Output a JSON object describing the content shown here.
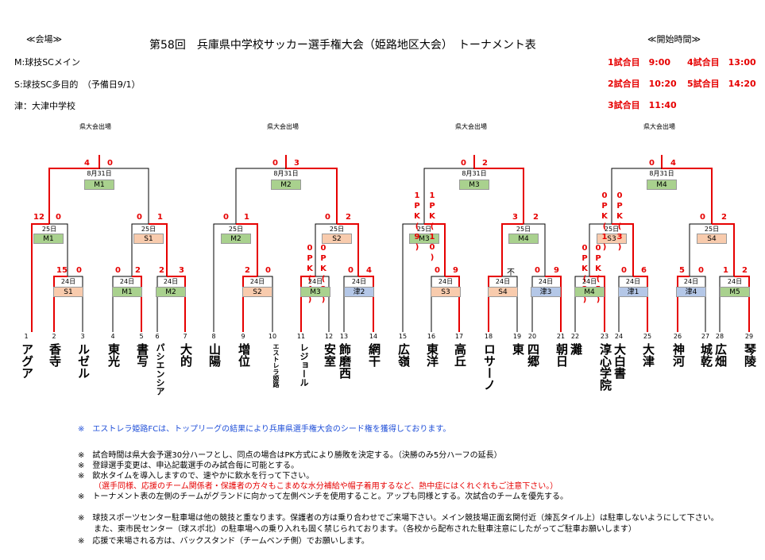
{
  "header": {
    "venue_heading": "≪会場≫",
    "title": "第58回　兵庫県中学校サッカー選手権大会（姫路地区大会）　トーナメント表",
    "start_heading": "≪開始時間≫",
    "venues": [
      "M:球技SCメイン",
      "S:球技SC多目的　（予備日9/1）",
      "津：大津中学校"
    ],
    "times": [
      "1試合目　9:00",
      "4試合目　13:00",
      "2試合目　10:20",
      "5試合目　14:20",
      "3試合目　11:40"
    ]
  },
  "qualifier_label": "県大会出場",
  "finals": [
    {
      "date": "8月31日",
      "venue": "M1",
      "left": "4",
      "right": "0"
    },
    {
      "date": "8月31日",
      "venue": "M2",
      "left": "0",
      "right": "3"
    },
    {
      "date": "8月31日",
      "venue": "M3",
      "left": "0",
      "right": "2"
    },
    {
      "date": "8月31日",
      "venue": "M4",
      "left": "0",
      "right": "4"
    }
  ],
  "semis": [
    {
      "date": "25日",
      "venue": "M1",
      "left": "12",
      "right": "0"
    },
    {
      "date": "25日",
      "venue": "S1",
      "left": "0",
      "right": "1"
    },
    {
      "date": "25日",
      "venue": "M2",
      "left": "0",
      "right": "1"
    },
    {
      "date": "25日",
      "venue": "S2",
      "left": "0",
      "right": "2"
    },
    {
      "date": "25日",
      "venue": "M3",
      "left": "",
      "right": ""
    },
    {
      "date": "25日",
      "venue": "M4",
      "left": "3",
      "right": "2"
    },
    {
      "date": "25日",
      "venue": "S3",
      "left": "",
      "right": ""
    },
    {
      "date": "25日",
      "venue": "S4",
      "left": "0",
      "right": "2"
    }
  ],
  "firsts": [
    {
      "date": "24日",
      "venue": "S1",
      "left": "15",
      "right": "0"
    },
    {
      "date": "24日",
      "venue": "M1",
      "left": "0",
      "right": "2"
    },
    {
      "date": "24日",
      "venue": "M2",
      "left": "2",
      "right": "3"
    },
    {
      "date": "24日",
      "venue": "S2",
      "left": "2",
      "right": "0"
    },
    {
      "date": "24日",
      "venue": "M3",
      "left": "",
      "right": ""
    },
    {
      "date": "24日",
      "venue": "津2",
      "left": "0",
      "right": "4"
    },
    {
      "date": "24日",
      "venue": "S3",
      "left": "0",
      "right": "9"
    },
    {
      "date": "24日",
      "venue": "S4",
      "left": "",
      "right": ""
    },
    {
      "date": "24日",
      "venue": "津3",
      "left": "0",
      "right": "9"
    },
    {
      "date": "24日",
      "venue": "M4",
      "left": "",
      "right": ""
    },
    {
      "date": "24日",
      "venue": "津1",
      "left": "0",
      "right": "6"
    },
    {
      "date": "24日",
      "venue": "津4",
      "left": "5",
      "right": "0"
    },
    {
      "date": "24日",
      "venue": "M5",
      "left": "1",
      "right": "2"
    }
  ],
  "pk_notes": {
    "semi_m3": {
      "left": "1PK(9)",
      "right": "1PK(10)"
    },
    "semi_s3": {
      "left": "0PK(1)",
      "right": "0PK(3)"
    },
    "first_m3": {
      "left": "0PK(4)",
      "right": "0PK(3)"
    },
    "first_m4": {
      "left": "0PK(3)",
      "right": "0PK(5)"
    },
    "fusen": "不"
  },
  "teams": [
    {
      "no": "1",
      "name": "アグア"
    },
    {
      "no": "2",
      "name": "香寺"
    },
    {
      "no": "3",
      "name": "ルゼル"
    },
    {
      "no": "4",
      "name": "東光"
    },
    {
      "no": "5",
      "name": "書写"
    },
    {
      "no": "6",
      "name": "パシエンシア"
    },
    {
      "no": "7",
      "name": "大的"
    },
    {
      "no": "8",
      "name": "山陽"
    },
    {
      "no": "9",
      "name": "増位"
    },
    {
      "no": "10",
      "name": "エストレラ姫路"
    },
    {
      "no": "11",
      "name": "レジョール"
    },
    {
      "no": "12",
      "name": "安室"
    },
    {
      "no": "13",
      "name": "飾磨西"
    },
    {
      "no": "14",
      "name": "網干"
    },
    {
      "no": "15",
      "name": "広嶺"
    },
    {
      "no": "16",
      "name": "東洋"
    },
    {
      "no": "17",
      "name": "高丘"
    },
    {
      "no": "18",
      "name": "ロサーノ"
    },
    {
      "no": "19",
      "name": "東"
    },
    {
      "no": "20",
      "name": "四郷"
    },
    {
      "no": "21",
      "name": "朝日"
    },
    {
      "no": "22",
      "name": "灘"
    },
    {
      "no": "23",
      "name": "淳心学院"
    },
    {
      "no": "24",
      "name": "大白書"
    },
    {
      "no": "25",
      "name": "大津"
    },
    {
      "no": "26",
      "name": "神河"
    },
    {
      "no": "27",
      "name": "城乾"
    },
    {
      "no": "28",
      "name": "広畑"
    },
    {
      "no": "29",
      "name": "琴陵"
    }
  ],
  "notes": [
    "※　エストレラ姫路FCは、トップリーグの結果により兵庫県選手権大会のシード権を獲得しております。",
    "※　試合時間は県大会予選30分ハーフとし、同点の場合はPK方式により勝敗を決定する。（決勝のみ5分ハーフの延長）",
    "※　登録選手変更は、申込記載選手のみ試合毎に可能とする。",
    "※　飲水タイムを導入しますので、速やかに飲水を行って下さい。",
    "（選手同様、応援のチーム関係者・保護者の方々もこまめな水分補給や帽子着用するなど、熱中症にはくれぐれもご注意下さい。）",
    "※　トーナメント表の左側のチームがグランドに向かって左側ベンチを使用すること。アップも同様とする。次試合のチームを優先する。",
    "※　球技スポーツセンター駐車場は他の競技と重なります。保護者の方は乗り合わせでご来場下さい。メイン競技場正面玄関付近（煉瓦タイル上）は駐車しないようにして下さい。",
    "また、東市民センター（球スポ北）の駐車場への乗り入れも固く禁じられております。（各校から配布された駐車注意にしたがってご駐車お願いします）",
    "※　応援で来場される方は、バックスタンド（チームベンチ側）でお願いします。"
  ],
  "colors": {
    "win": "#e60000",
    "lose": "#000000"
  }
}
